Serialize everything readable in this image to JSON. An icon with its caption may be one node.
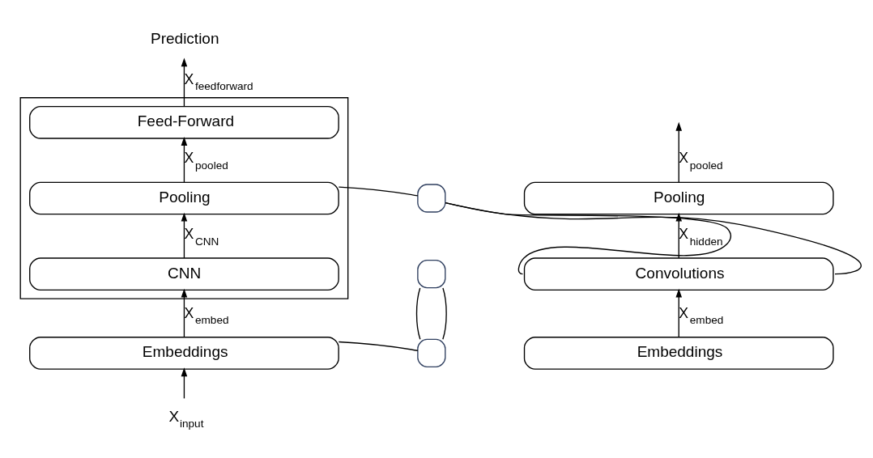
{
  "diagram": {
    "nodes": [
      {
        "text": [],
        "shape": "box"
      },
      {
        "text": [
          "Feed-Forward"
        ],
        "in": 0
      },
      {
        "text": [
          "Pooling"
        ],
        "in": 0
      },
      {
        "text": [
          "CNN"
        ],
        "in": 0
      },
      {
        "text": [
          "Embeddings"
        ]
      },
      {
        "text": [
          "Prediction"
        ]
      },
      {
        "text": [
          "X$_{input}$"
        ]
      },
      {
        "text": [
          "Pooling"
        ]
      },
      {
        "text": [
          "Convolutions"
        ]
      },
      {
        "text": [
          "Embeddings"
        ]
      },
      {
        "text": [],
        "shape": "box"
      },
      {
        "text": [],
        "shape": "box"
      },
      {
        "text": [],
        "shape": "box"
      }
    ],
    "edges": [
      {
        "from": 6,
        "to": 4,
        "arrow": "to"
      },
      {
        "from": 4,
        "to": 3,
        "arrow": "to",
        "label": "X$_{embed}$"
      },
      {
        "from": 3,
        "to": 2,
        "arrow": "to",
        "label": "X$_{CNN}$"
      },
      {
        "from": 2,
        "to": 1,
        "arrow": "to",
        "label": "X$_{pooled}$"
      },
      {
        "from": 1,
        "to": 5,
        "arrow": "to",
        "label": "X$_{feedforward}$"
      },
      {
        "from": 9,
        "to": 8,
        "arrow": "to",
        "label": "X$_{embed}$"
      },
      {
        "from": 8,
        "to": 7,
        "arrow": "to",
        "label": "X$_{hidden}$"
      },
      {
        "from": 7,
        "to": null,
        "arrow": "to",
        "label": "X$_{pooled}$"
      },
      {
        "from": 2,
        "to": 10,
        "arrow": "none"
      },
      {
        "from": 4,
        "to": 12,
        "arrow": "none"
      },
      {
        "from": 10,
        "to": 8,
        "arrow": "none"
      },
      {
        "from": 10,
        "to": 8,
        "arrow": "none"
      },
      {
        "from": 12,
        "to": 11,
        "arrow": "none"
      },
      {
        "from": 12,
        "to": 11,
        "arrow": "none"
      }
    ]
  }
}
